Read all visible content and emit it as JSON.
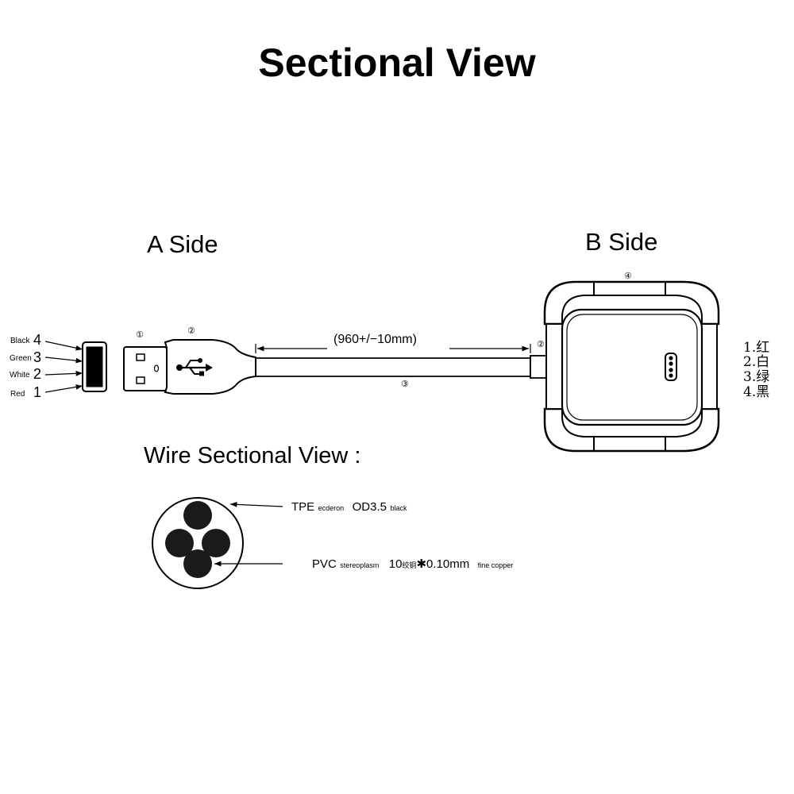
{
  "title": "Sectional View",
  "a_side": {
    "label": "A Side",
    "pins": [
      {
        "name": "Black",
        "num": "4"
      },
      {
        "name": "Green",
        "num": "3"
      },
      {
        "name": "White",
        "num": "2"
      },
      {
        "name": "Red",
        "num": "1"
      }
    ],
    "markers": [
      "①",
      "②"
    ]
  },
  "cable": {
    "length": "(960+/−10mm)",
    "marker_cable": "③",
    "marker_end": "②"
  },
  "b_side": {
    "label": "B Side",
    "marker_top": "④",
    "wire_colors": [
      "1.红",
      "2.白",
      "3.绿",
      "4.黑"
    ]
  },
  "wire_section": {
    "title": "Wire Sectional View :",
    "outer": {
      "code": "TPE",
      "desc": "ecderon",
      "size": "OD3.5",
      "color": "black"
    },
    "inner": {
      "code": "PVC",
      "desc": "stereoplasm",
      "spec": "10",
      "spec_cn": "绞铜",
      "spec_rest": "✱0.10mm",
      "tail": "fine copper"
    }
  }
}
